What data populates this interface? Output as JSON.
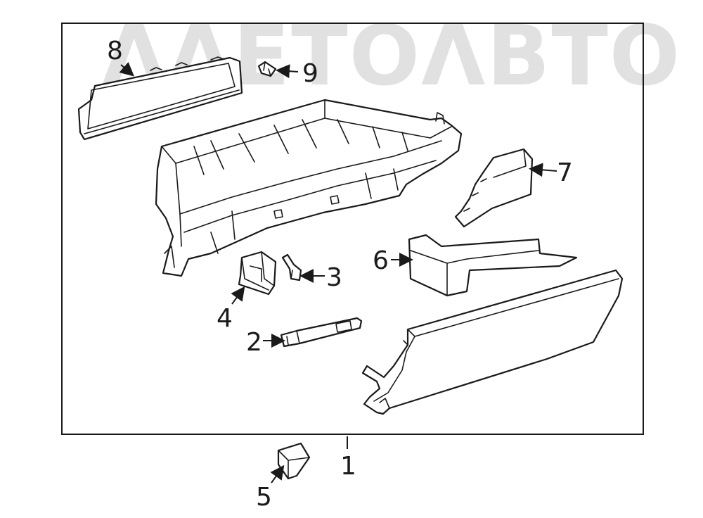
{
  "watermark": {
    "text": "ΛΛΕΤΟΛΒΤΟ"
  },
  "callouts": {
    "c1": "1",
    "c2": "2",
    "c3": "3",
    "c4": "4",
    "c5": "5",
    "c6": "6",
    "c7": "7",
    "c8": "8",
    "c9": "9"
  },
  "colors": {
    "line": "#1a1a1a",
    "watermark": "#c9c9c9",
    "background": "#ffffff"
  }
}
